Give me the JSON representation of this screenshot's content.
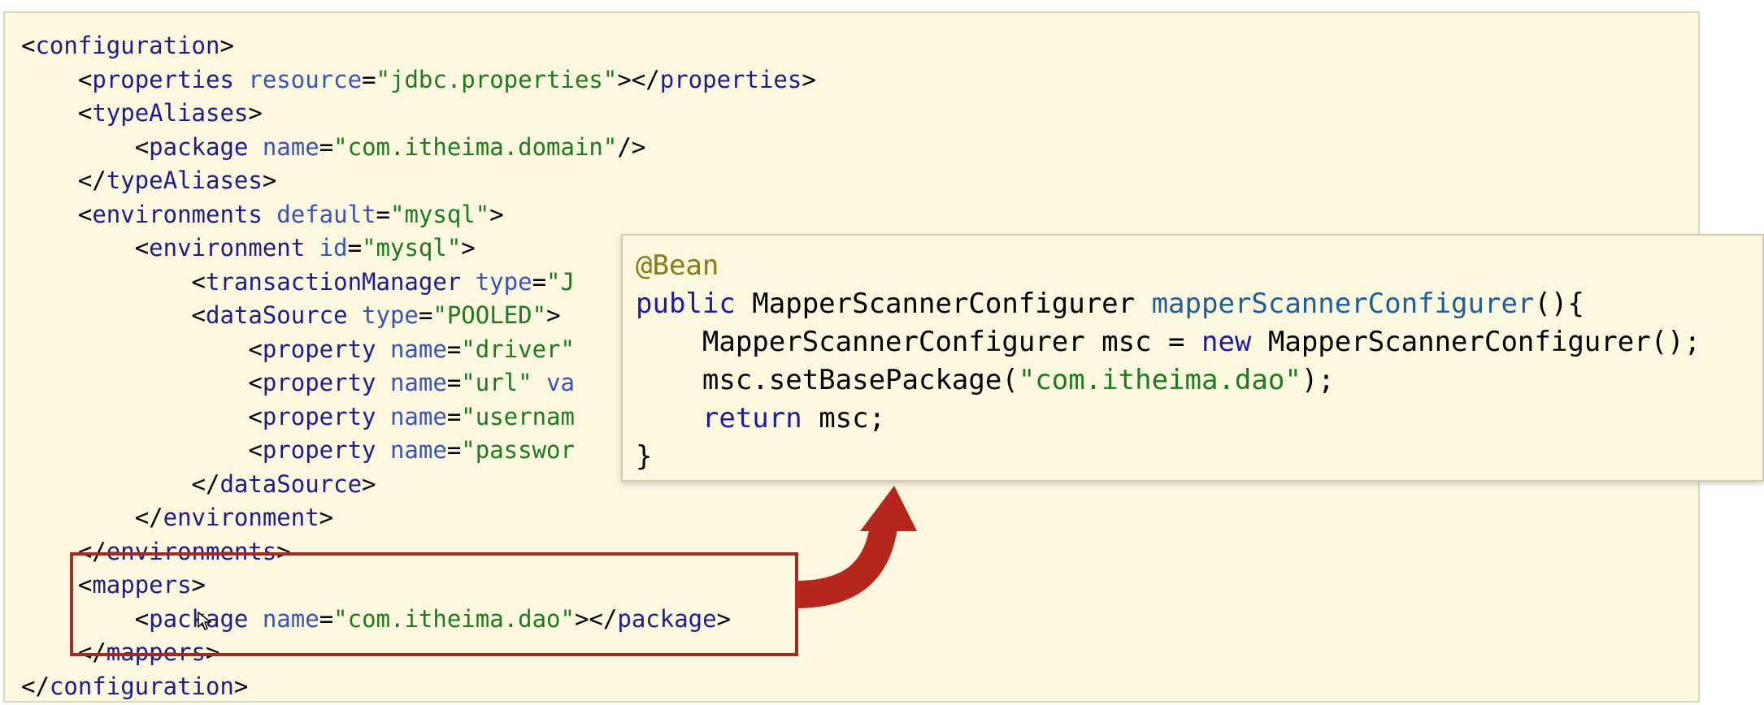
{
  "xml": {
    "lines": [
      {
        "indent": "",
        "parts": [
          {
            "t": "pun",
            "v": "<"
          },
          {
            "t": "tag",
            "v": "configuration"
          },
          {
            "t": "pun",
            "v": ">"
          }
        ]
      },
      {
        "indent": "    ",
        "parts": [
          {
            "t": "pun",
            "v": "<"
          },
          {
            "t": "tag",
            "v": "properties"
          },
          {
            "t": "attr",
            "v": " resource"
          },
          {
            "t": "pun",
            "v": "="
          },
          {
            "t": "val",
            "v": "\"jdbc.properties\""
          },
          {
            "t": "pun",
            "v": "></"
          },
          {
            "t": "tag",
            "v": "properties"
          },
          {
            "t": "pun",
            "v": ">"
          }
        ]
      },
      {
        "indent": "    ",
        "parts": [
          {
            "t": "pun",
            "v": "<"
          },
          {
            "t": "tag",
            "v": "typeAliases"
          },
          {
            "t": "pun",
            "v": ">"
          }
        ]
      },
      {
        "indent": "        ",
        "parts": [
          {
            "t": "pun",
            "v": "<"
          },
          {
            "t": "tag",
            "v": "package"
          },
          {
            "t": "attr",
            "v": " name"
          },
          {
            "t": "pun",
            "v": "="
          },
          {
            "t": "val",
            "v": "\"com.itheima.domain\""
          },
          {
            "t": "pun",
            "v": "/>"
          }
        ]
      },
      {
        "indent": "    ",
        "parts": [
          {
            "t": "pun",
            "v": "</"
          },
          {
            "t": "tag",
            "v": "typeAliases"
          },
          {
            "t": "pun",
            "v": ">"
          }
        ]
      },
      {
        "indent": "    ",
        "parts": [
          {
            "t": "pun",
            "v": "<"
          },
          {
            "t": "tag",
            "v": "environments"
          },
          {
            "t": "attr",
            "v": " default"
          },
          {
            "t": "pun",
            "v": "="
          },
          {
            "t": "val",
            "v": "\"mysql\""
          },
          {
            "t": "pun",
            "v": ">"
          }
        ]
      },
      {
        "indent": "        ",
        "parts": [
          {
            "t": "pun",
            "v": "<"
          },
          {
            "t": "tag",
            "v": "environment"
          },
          {
            "t": "attr",
            "v": " id"
          },
          {
            "t": "pun",
            "v": "="
          },
          {
            "t": "val",
            "v": "\"mysql\""
          },
          {
            "t": "pun",
            "v": ">"
          }
        ]
      },
      {
        "indent": "            ",
        "parts": [
          {
            "t": "pun",
            "v": "<"
          },
          {
            "t": "tag",
            "v": "transactionManager"
          },
          {
            "t": "attr",
            "v": " type"
          },
          {
            "t": "pun",
            "v": "="
          },
          {
            "t": "val",
            "v": "\"J"
          }
        ]
      },
      {
        "indent": "            ",
        "parts": [
          {
            "t": "pun",
            "v": "<"
          },
          {
            "t": "tag",
            "v": "dataSource"
          },
          {
            "t": "attr",
            "v": " type"
          },
          {
            "t": "pun",
            "v": "="
          },
          {
            "t": "val",
            "v": "\"POOLED\""
          },
          {
            "t": "pun",
            "v": ">"
          }
        ]
      },
      {
        "indent": "                ",
        "parts": [
          {
            "t": "pun",
            "v": "<"
          },
          {
            "t": "tag",
            "v": "property"
          },
          {
            "t": "attr",
            "v": " name"
          },
          {
            "t": "pun",
            "v": "="
          },
          {
            "t": "val",
            "v": "\"driver\""
          }
        ]
      },
      {
        "indent": "                ",
        "parts": [
          {
            "t": "pun",
            "v": "<"
          },
          {
            "t": "tag",
            "v": "property"
          },
          {
            "t": "attr",
            "v": " name"
          },
          {
            "t": "pun",
            "v": "="
          },
          {
            "t": "val",
            "v": "\"url\""
          },
          {
            "t": "attr",
            "v": " va"
          }
        ]
      },
      {
        "indent": "                ",
        "parts": [
          {
            "t": "pun",
            "v": "<"
          },
          {
            "t": "tag",
            "v": "property"
          },
          {
            "t": "attr",
            "v": " name"
          },
          {
            "t": "pun",
            "v": "="
          },
          {
            "t": "val",
            "v": "\"usernam"
          }
        ]
      },
      {
        "indent": "                ",
        "parts": [
          {
            "t": "pun",
            "v": "<"
          },
          {
            "t": "tag",
            "v": "property"
          },
          {
            "t": "attr",
            "v": " name"
          },
          {
            "t": "pun",
            "v": "="
          },
          {
            "t": "val",
            "v": "\"passwor"
          }
        ]
      },
      {
        "indent": "            ",
        "parts": [
          {
            "t": "pun",
            "v": "</"
          },
          {
            "t": "tag",
            "v": "dataSource"
          },
          {
            "t": "pun",
            "v": ">"
          }
        ]
      },
      {
        "indent": "        ",
        "parts": [
          {
            "t": "pun",
            "v": "</"
          },
          {
            "t": "tag",
            "v": "environment"
          },
          {
            "t": "pun",
            "v": ">"
          }
        ]
      },
      {
        "indent": "    ",
        "parts": [
          {
            "t": "pun",
            "v": "</"
          },
          {
            "t": "tag",
            "v": "environments"
          },
          {
            "t": "pun",
            "v": ">"
          }
        ]
      },
      {
        "indent": "    ",
        "parts": [
          {
            "t": "pun",
            "v": "<"
          },
          {
            "t": "tag",
            "v": "mappers"
          },
          {
            "t": "pun",
            "v": ">"
          }
        ]
      },
      {
        "indent": "        ",
        "parts": [
          {
            "t": "pun",
            "v": "<"
          },
          {
            "t": "tag",
            "v": "package"
          },
          {
            "t": "attr",
            "v": " name"
          },
          {
            "t": "pun",
            "v": "="
          },
          {
            "t": "val",
            "v": "\"com.itheima.dao\""
          },
          {
            "t": "pun",
            "v": "></"
          },
          {
            "t": "tag",
            "v": "package"
          },
          {
            "t": "pun",
            "v": ">"
          }
        ]
      },
      {
        "indent": "    ",
        "parts": [
          {
            "t": "pun",
            "v": "</"
          },
          {
            "t": "tag",
            "v": "mappers"
          },
          {
            "t": "pun",
            "v": ">"
          }
        ]
      },
      {
        "indent": "",
        "parts": [
          {
            "t": "pun",
            "v": "</"
          },
          {
            "t": "tag",
            "v": "configuration"
          },
          {
            "t": "pun",
            "v": ">"
          }
        ]
      }
    ]
  },
  "java": {
    "lines": [
      {
        "indent": "",
        "parts": [
          {
            "t": "anno",
            "v": "@Bean"
          }
        ]
      },
      {
        "indent": "",
        "parts": [
          {
            "t": "kw",
            "v": "public"
          },
          {
            "t": "plain",
            "v": " MapperScannerConfigurer "
          },
          {
            "t": "mth",
            "v": "mapperScannerConfigurer"
          },
          {
            "t": "plain",
            "v": "(){"
          }
        ]
      },
      {
        "indent": "    ",
        "parts": [
          {
            "t": "plain",
            "v": "MapperScannerConfigurer msc = "
          },
          {
            "t": "kw",
            "v": "new"
          },
          {
            "t": "plain",
            "v": " MapperScannerConfigurer();"
          }
        ]
      },
      {
        "indent": "    ",
        "parts": [
          {
            "t": "plain",
            "v": "msc.setBasePackage("
          },
          {
            "t": "str",
            "v": "\"com.itheima.dao\""
          },
          {
            "t": "plain",
            "v": ");"
          }
        ]
      },
      {
        "indent": "    ",
        "parts": [
          {
            "t": "kw",
            "v": "return"
          },
          {
            "t": "plain",
            "v": " msc;"
          }
        ]
      },
      {
        "indent": "",
        "parts": [
          {
            "t": "plain",
            "v": "}"
          }
        ]
      }
    ]
  },
  "colors": {
    "panel_bg": "#fbf8df",
    "highlight": "#a32a22",
    "arrow": "#b5261c"
  },
  "icons": {
    "cursor": "mouse-pointer-icon",
    "arrow": "curved-arrow-icon"
  }
}
